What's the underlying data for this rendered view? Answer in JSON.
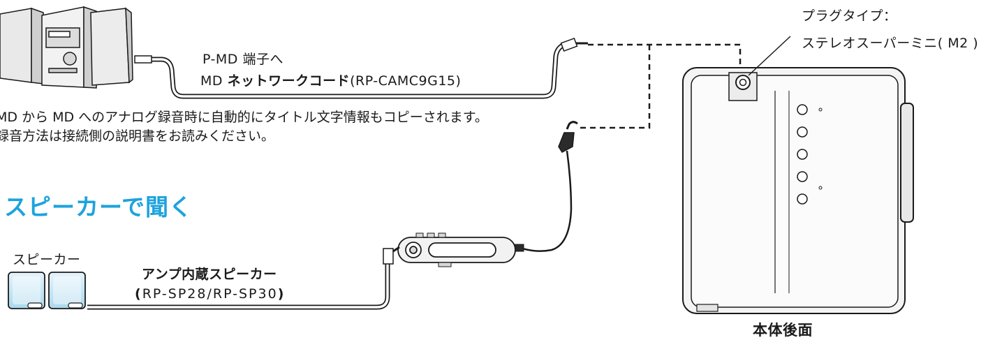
{
  "labels": {
    "p_md_terminal": "P-MD 端子へ",
    "md_prefix": "MD ",
    "network_cord": "ネットワークコード",
    "network_cord_model": "(RP-CAMC9G15)",
    "plug_type_title": "プラグタイプ：",
    "plug_type_value": "ステレオスーパーミニ( M2 )",
    "note_line1": "MD から MD へのアナログ録音時に自動的にタイトル文字情報もコピーされます。",
    "note_line2": "録音方法は接続側の説明書をお読みください。",
    "section_heading": "スピーカーで聞く",
    "speaker": "スピーカー",
    "amp_speaker": "アンプ内蔵スピーカー",
    "amp_speaker_model_open": "(",
    "amp_speaker_model": "RP-SP28/RP-SP30",
    "amp_speaker_model_close": ")",
    "unit_back": "本体後面"
  },
  "colors": {
    "heading": "#1ca3dd",
    "line": "#1a1a1a",
    "device_fill": "#f4f4f4"
  }
}
